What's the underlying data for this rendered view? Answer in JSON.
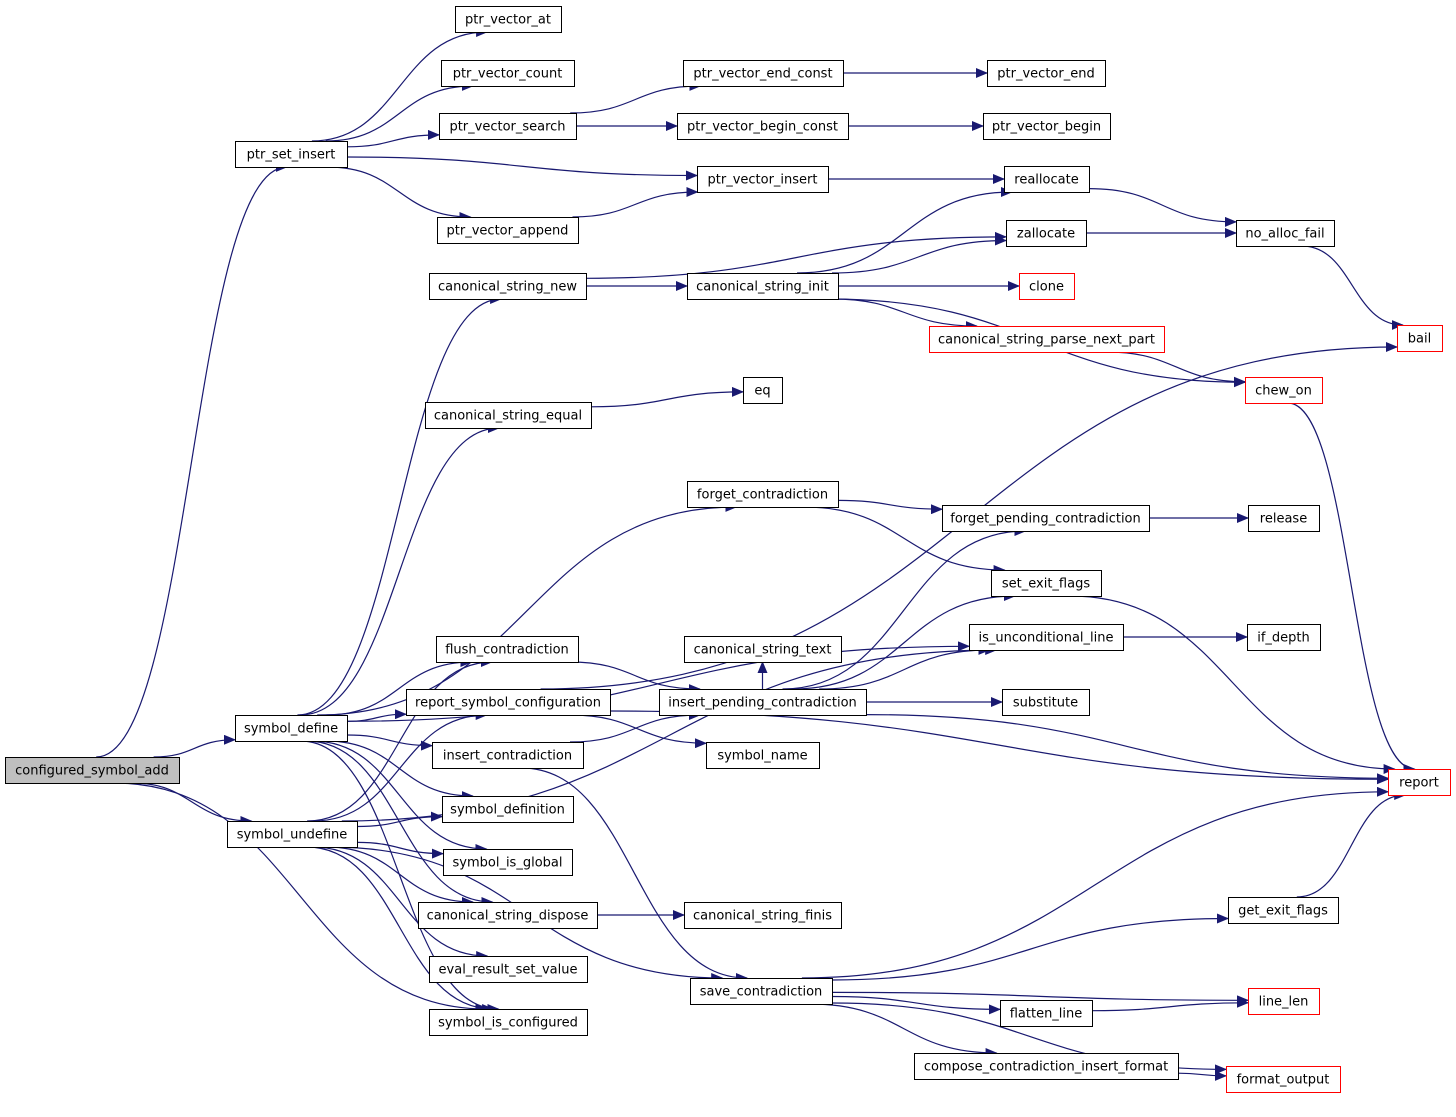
{
  "nodes": [
    {
      "id": "configured_symbol_add",
      "label": "configured_symbol_add",
      "root": true
    },
    {
      "id": "ptr_set_insert",
      "label": "ptr_set_insert"
    },
    {
      "id": "symbol_define",
      "label": "symbol_define"
    },
    {
      "id": "symbol_undefine",
      "label": "symbol_undefine"
    },
    {
      "id": "ptr_vector_at",
      "label": "ptr_vector_at"
    },
    {
      "id": "ptr_vector_count",
      "label": "ptr_vector_count"
    },
    {
      "id": "ptr_vector_search",
      "label": "ptr_vector_search"
    },
    {
      "id": "ptr_vector_append",
      "label": "ptr_vector_append"
    },
    {
      "id": "canonical_string_new",
      "label": "canonical_string_new"
    },
    {
      "id": "canonical_string_equal",
      "label": "canonical_string_equal"
    },
    {
      "id": "flush_contradiction",
      "label": "flush_contradiction"
    },
    {
      "id": "report_symbol_configuration",
      "label": "report_symbol_configuration"
    },
    {
      "id": "insert_contradiction",
      "label": "insert_contradiction"
    },
    {
      "id": "symbol_definition",
      "label": "symbol_definition"
    },
    {
      "id": "symbol_is_global",
      "label": "symbol_is_global"
    },
    {
      "id": "canonical_string_dispose",
      "label": "canonical_string_dispose"
    },
    {
      "id": "eval_result_set_value",
      "label": "eval_result_set_value"
    },
    {
      "id": "symbol_is_configured",
      "label": "symbol_is_configured"
    },
    {
      "id": "ptr_vector_end_const",
      "label": "ptr_vector_end_const"
    },
    {
      "id": "ptr_vector_begin_const",
      "label": "ptr_vector_begin_const"
    },
    {
      "id": "ptr_vector_insert",
      "label": "ptr_vector_insert"
    },
    {
      "id": "canonical_string_init",
      "label": "canonical_string_init"
    },
    {
      "id": "forget_contradiction",
      "label": "forget_contradiction"
    },
    {
      "id": "canonical_string_text",
      "label": "canonical_string_text"
    },
    {
      "id": "insert_pending_contradiction",
      "label": "insert_pending_contradiction"
    },
    {
      "id": "symbol_name",
      "label": "symbol_name"
    },
    {
      "id": "canonical_string_finis",
      "label": "canonical_string_finis"
    },
    {
      "id": "save_contradiction",
      "label": "save_contradiction"
    },
    {
      "id": "ptr_vector_end",
      "label": "ptr_vector_end"
    },
    {
      "id": "ptr_vector_begin",
      "label": "ptr_vector_begin"
    },
    {
      "id": "reallocate",
      "label": "reallocate"
    },
    {
      "id": "zallocate",
      "label": "zallocate"
    },
    {
      "id": "clone",
      "label": "clone",
      "truncated": true
    },
    {
      "id": "canonical_string_parse_next_part",
      "label": "canonical_string_parse_next_part",
      "truncated": true
    },
    {
      "id": "eq",
      "label": "eq"
    },
    {
      "id": "forget_pending_contradiction",
      "label": "forget_pending_contradiction"
    },
    {
      "id": "set_exit_flags",
      "label": "set_exit_flags"
    },
    {
      "id": "is_unconditional_line",
      "label": "is_unconditional_line"
    },
    {
      "id": "substitute",
      "label": "substitute"
    },
    {
      "id": "flatten_line",
      "label": "flatten_line"
    },
    {
      "id": "compose_contradiction_insert_format",
      "label": "compose_contradiction_insert_format"
    },
    {
      "id": "no_alloc_fail",
      "label": "no_alloc_fail"
    },
    {
      "id": "chew_on",
      "label": "chew_on",
      "truncated": true
    },
    {
      "id": "release",
      "label": "release"
    },
    {
      "id": "if_depth",
      "label": "if_depth"
    },
    {
      "id": "get_exit_flags",
      "label": "get_exit_flags"
    },
    {
      "id": "line_len",
      "label": "line_len",
      "truncated": true
    },
    {
      "id": "format_output",
      "label": "format_output",
      "truncated": true
    },
    {
      "id": "bail",
      "label": "bail",
      "truncated": true
    },
    {
      "id": "report",
      "label": "report",
      "truncated": true
    }
  ],
  "edges": [
    [
      "configured_symbol_add",
      "ptr_set_insert"
    ],
    [
      "configured_symbol_add",
      "symbol_define"
    ],
    [
      "configured_symbol_add",
      "symbol_undefine"
    ],
    [
      "configured_symbol_add",
      "symbol_is_configured"
    ],
    [
      "ptr_set_insert",
      "ptr_vector_at"
    ],
    [
      "ptr_set_insert",
      "ptr_vector_count"
    ],
    [
      "ptr_set_insert",
      "ptr_vector_search"
    ],
    [
      "ptr_set_insert",
      "ptr_vector_insert"
    ],
    [
      "ptr_set_insert",
      "ptr_vector_append"
    ],
    [
      "ptr_vector_search",
      "ptr_vector_end_const"
    ],
    [
      "ptr_vector_search",
      "ptr_vector_begin_const"
    ],
    [
      "ptr_vector_end_const",
      "ptr_vector_end"
    ],
    [
      "ptr_vector_begin_const",
      "ptr_vector_begin"
    ],
    [
      "ptr_vector_append",
      "ptr_vector_insert"
    ],
    [
      "ptr_vector_insert",
      "reallocate"
    ],
    [
      "symbol_define",
      "canonical_string_new"
    ],
    [
      "symbol_define",
      "canonical_string_equal"
    ],
    [
      "symbol_define",
      "forget_contradiction"
    ],
    [
      "symbol_define",
      "is_unconditional_line"
    ],
    [
      "symbol_define",
      "flush_contradiction"
    ],
    [
      "symbol_define",
      "report_symbol_configuration"
    ],
    [
      "symbol_define",
      "insert_contradiction"
    ],
    [
      "symbol_define",
      "symbol_definition"
    ],
    [
      "symbol_define",
      "symbol_is_global"
    ],
    [
      "symbol_define",
      "canonical_string_dispose"
    ],
    [
      "symbol_define",
      "symbol_is_configured"
    ],
    [
      "symbol_undefine",
      "flush_contradiction"
    ],
    [
      "symbol_undefine",
      "report_symbol_configuration"
    ],
    [
      "symbol_undefine",
      "is_unconditional_line"
    ],
    [
      "symbol_undefine",
      "symbol_definition"
    ],
    [
      "symbol_undefine",
      "symbol_is_global"
    ],
    [
      "symbol_undefine",
      "canonical_string_dispose"
    ],
    [
      "symbol_undefine",
      "eval_result_set_value"
    ],
    [
      "symbol_undefine",
      "symbol_is_configured"
    ],
    [
      "symbol_undefine",
      "save_contradiction"
    ],
    [
      "canonical_string_new",
      "zallocate"
    ],
    [
      "canonical_string_new",
      "canonical_string_init"
    ],
    [
      "canonical_string_init",
      "reallocate"
    ],
    [
      "canonical_string_init",
      "zallocate"
    ],
    [
      "canonical_string_init",
      "clone"
    ],
    [
      "canonical_string_init",
      "canonical_string_parse_next_part"
    ],
    [
      "canonical_string_init",
      "chew_on"
    ],
    [
      "canonical_string_parse_next_part",
      "chew_on"
    ],
    [
      "canonical_string_equal",
      "eq"
    ],
    [
      "reallocate",
      "no_alloc_fail"
    ],
    [
      "zallocate",
      "no_alloc_fail"
    ],
    [
      "no_alloc_fail",
      "bail"
    ],
    [
      "chew_on",
      "report"
    ],
    [
      "report_symbol_configuration",
      "bail"
    ],
    [
      "report_symbol_configuration",
      "symbol_name"
    ],
    [
      "report_symbol_configuration",
      "report"
    ],
    [
      "forget_contradiction",
      "forget_pending_contradiction"
    ],
    [
      "forget_contradiction",
      "set_exit_flags"
    ],
    [
      "forget_pending_contradiction",
      "release"
    ],
    [
      "set_exit_flags",
      "report"
    ],
    [
      "flush_contradiction",
      "insert_pending_contradiction"
    ],
    [
      "insert_contradiction",
      "insert_pending_contradiction"
    ],
    [
      "insert_contradiction",
      "save_contradiction"
    ],
    [
      "insert_pending_contradiction",
      "canonical_string_text"
    ],
    [
      "insert_pending_contradiction",
      "forget_pending_contradiction"
    ],
    [
      "insert_pending_contradiction",
      "set_exit_flags"
    ],
    [
      "insert_pending_contradiction",
      "is_unconditional_line"
    ],
    [
      "insert_pending_contradiction",
      "substitute"
    ],
    [
      "insert_pending_contradiction",
      "report"
    ],
    [
      "is_unconditional_line",
      "if_depth"
    ],
    [
      "canonical_string_dispose",
      "canonical_string_finis"
    ],
    [
      "save_contradiction",
      "report"
    ],
    [
      "save_contradiction",
      "get_exit_flags"
    ],
    [
      "save_contradiction",
      "line_len"
    ],
    [
      "save_contradiction",
      "flatten_line"
    ],
    [
      "save_contradiction",
      "compose_contradiction_insert_format"
    ],
    [
      "save_contradiction",
      "format_output"
    ],
    [
      "get_exit_flags",
      "report"
    ],
    [
      "flatten_line",
      "line_len"
    ],
    [
      "compose_contradiction_insert_format",
      "format_output"
    ]
  ]
}
